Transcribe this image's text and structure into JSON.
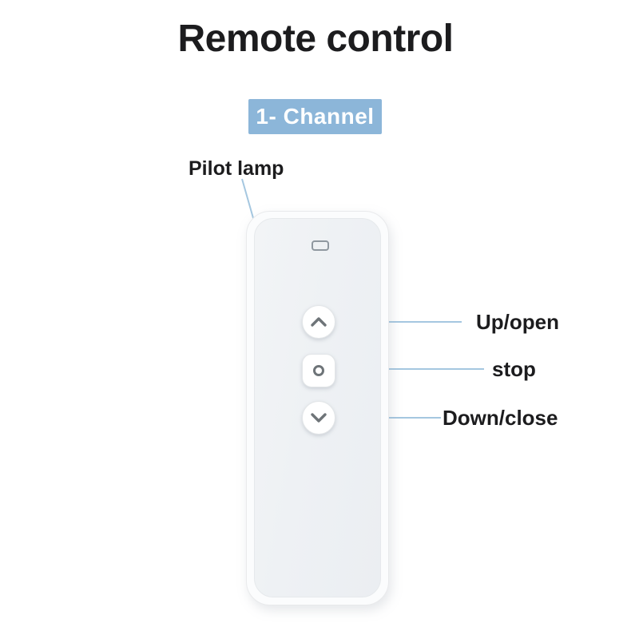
{
  "page": {
    "title": "Remote control",
    "badge": "1- Channel"
  },
  "remote": {
    "pilot_lamp_label": "Pilot lamp",
    "led": {
      "icon": "pilot-led",
      "state": "off"
    },
    "buttons": [
      {
        "label": "Up/open",
        "icon": "chevron-up-icon"
      },
      {
        "label": "stop",
        "icon": "circle-icon"
      },
      {
        "label": "Down/close",
        "icon": "chevron-down-icon"
      }
    ]
  },
  "colors": {
    "title_text": "#1c1c1e",
    "badge_bg": "#8cb6d9",
    "badge_text": "#ffffff",
    "leader_line": "#a5c7e0",
    "dot": "#5e9ad0",
    "remote_rim": "#fbfcfd",
    "remote_panel": "#eef1f4",
    "button_face": "#ffffff",
    "glyph": "#6e7478",
    "led_border": "#8f989f"
  }
}
